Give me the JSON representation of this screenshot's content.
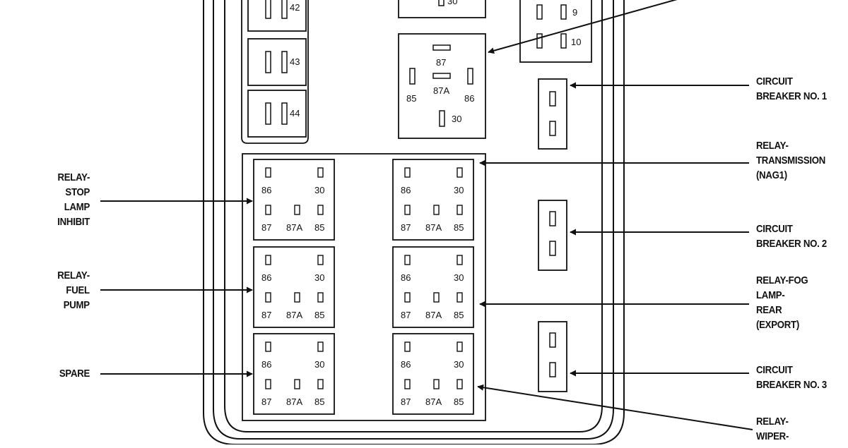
{
  "fuses": [
    {
      "label": "42"
    },
    {
      "label": "43"
    },
    {
      "label": "44"
    }
  ],
  "fuse_pairs": [
    {
      "top": "9",
      "bottom": "10"
    }
  ],
  "top_relay_partial_label": "30",
  "iso_relay": {
    "pin_87": "87",
    "pin_87a": "87A",
    "pin_85": "85",
    "pin_86": "86",
    "pin_30": "30"
  },
  "micro_relay_pins": {
    "p86": "86",
    "p30": "30",
    "p87": "87",
    "p87a": "87A",
    "p85": "85"
  },
  "left_labels": [
    {
      "lines": [
        "RELAY-",
        "STOP",
        "LAMP",
        "INHIBIT"
      ]
    },
    {
      "lines": [
        "RELAY-",
        "FUEL",
        "PUMP"
      ]
    },
    {
      "lines": [
        "SPARE"
      ]
    }
  ],
  "right_labels": [
    {
      "lines": [
        "CIRCUIT",
        "BREAKER NO. 1"
      ]
    },
    {
      "lines": [
        "RELAY-",
        "TRANSMISSION",
        "(NAG1)"
      ]
    },
    {
      "lines": [
        "CIRCUIT",
        "BREAKER NO. 2"
      ]
    },
    {
      "lines": [
        "RELAY-FOG",
        "LAMP-",
        "REAR",
        "(EXPORT)"
      ]
    },
    {
      "lines": [
        "CIRCUIT",
        "BREAKER NO. 3"
      ]
    },
    {
      "lines": [
        "RELAY-",
        "WIPER-"
      ]
    }
  ]
}
